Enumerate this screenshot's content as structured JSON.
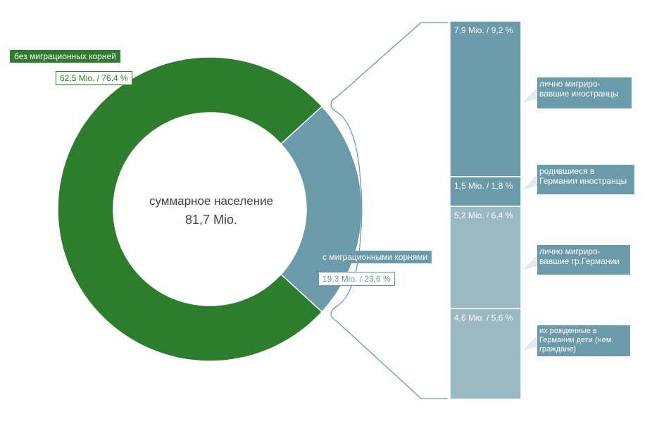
{
  "chart_data": {
    "type": "pie",
    "variant": "donut with stacked breakdown bar",
    "center": {
      "title": "суммарное население",
      "value": "81,7 Mio."
    },
    "donut": [
      {
        "name": "без миграционных корней",
        "value_text": "62,5 Mio. / 76,4 %",
        "value_mio": 62.5,
        "percent": 76.4,
        "color": "#2e7d2e"
      },
      {
        "name": "с миграционными корнями",
        "value_text": "19,3 Mio. / 23,6 %",
        "value_mio": 19.3,
        "percent": 23.6,
        "color": "#6b9aa8"
      }
    ],
    "breakdown": [
      {
        "name": "лично мигриро-вавшие иностранцы",
        "label_lines": [
          "лично мигриро-",
          "вавшие иностранцы"
        ],
        "value_text": "7,9 Mio. / 9,2 %",
        "value_mio": 7.9,
        "percent": 9.2,
        "color": "#6b9aa8"
      },
      {
        "name": "родившиеся в Германии иностранцы",
        "label_lines": [
          "родившиеся в",
          "Германии иностранцы"
        ],
        "value_text": "1,5 Mio. / 1,8 %",
        "value_mio": 1.5,
        "percent": 1.8,
        "color": "#6b9aa8"
      },
      {
        "name": "лично мигриро-вавшие гр.Германии",
        "label_lines": [
          "лично мигриро-",
          "вавшие гр.Германии"
        ],
        "value_text": "5,2 Mio. / 6,4 %",
        "value_mio": 5.2,
        "percent": 6.4,
        "color": "#9ab9c3"
      },
      {
        "name": "их рожденные в Германии дети (нем. граждане)",
        "label_lines": [
          "их рожденные в",
          "Германии дети (нем.",
          "граждане)"
        ],
        "value_text": "4,6 Mio. / 5,6 %",
        "value_mio": 4.6,
        "percent": 5.6,
        "color": "#9ab9c3"
      }
    ]
  }
}
